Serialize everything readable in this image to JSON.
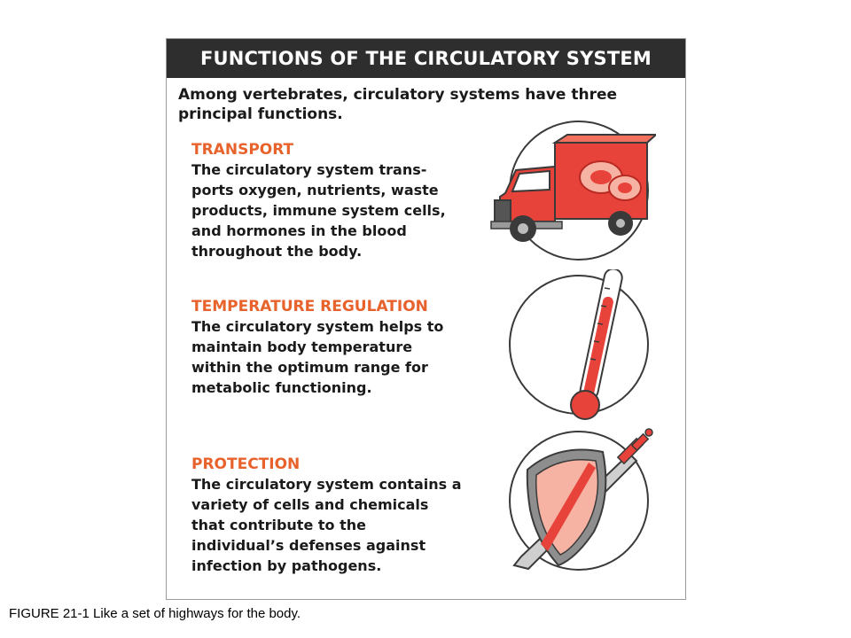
{
  "figure": {
    "title": "FUNCTIONS OF THE CIRCULATORY SYSTEM",
    "intro": "Among vertebrates, circulatory systems have three principal functions.",
    "sections": [
      {
        "heading": "TRANSPORT",
        "body": "The circulatory system trans-\nports oxygen, nutrients, waste\nproducts, immune system cells,\nand hormones in the blood\nthroughout the body.",
        "icon": "delivery-truck-icon"
      },
      {
        "heading": "TEMPERATURE REGULATION",
        "body": "The circulatory system helps to\nmaintain body temperature\nwithin the optimum range for\nmetabolic functioning.",
        "icon": "thermometer-icon"
      },
      {
        "heading": "PROTECTION",
        "body": "The circulatory system contains a\nvariety of cells and chemicals\nthat contribute to the\nindividual’s defenses against\ninfection by pathogens.",
        "icon": "shield-sword-icon"
      }
    ]
  },
  "caption": "FIGURE 21-1 Like a set of highways for the body.",
  "colors": {
    "title_bar": "#2e2e2e",
    "heading": "#e8622c",
    "illustration_red": "#e8433a",
    "illustration_pink": "#f6b3a3"
  }
}
